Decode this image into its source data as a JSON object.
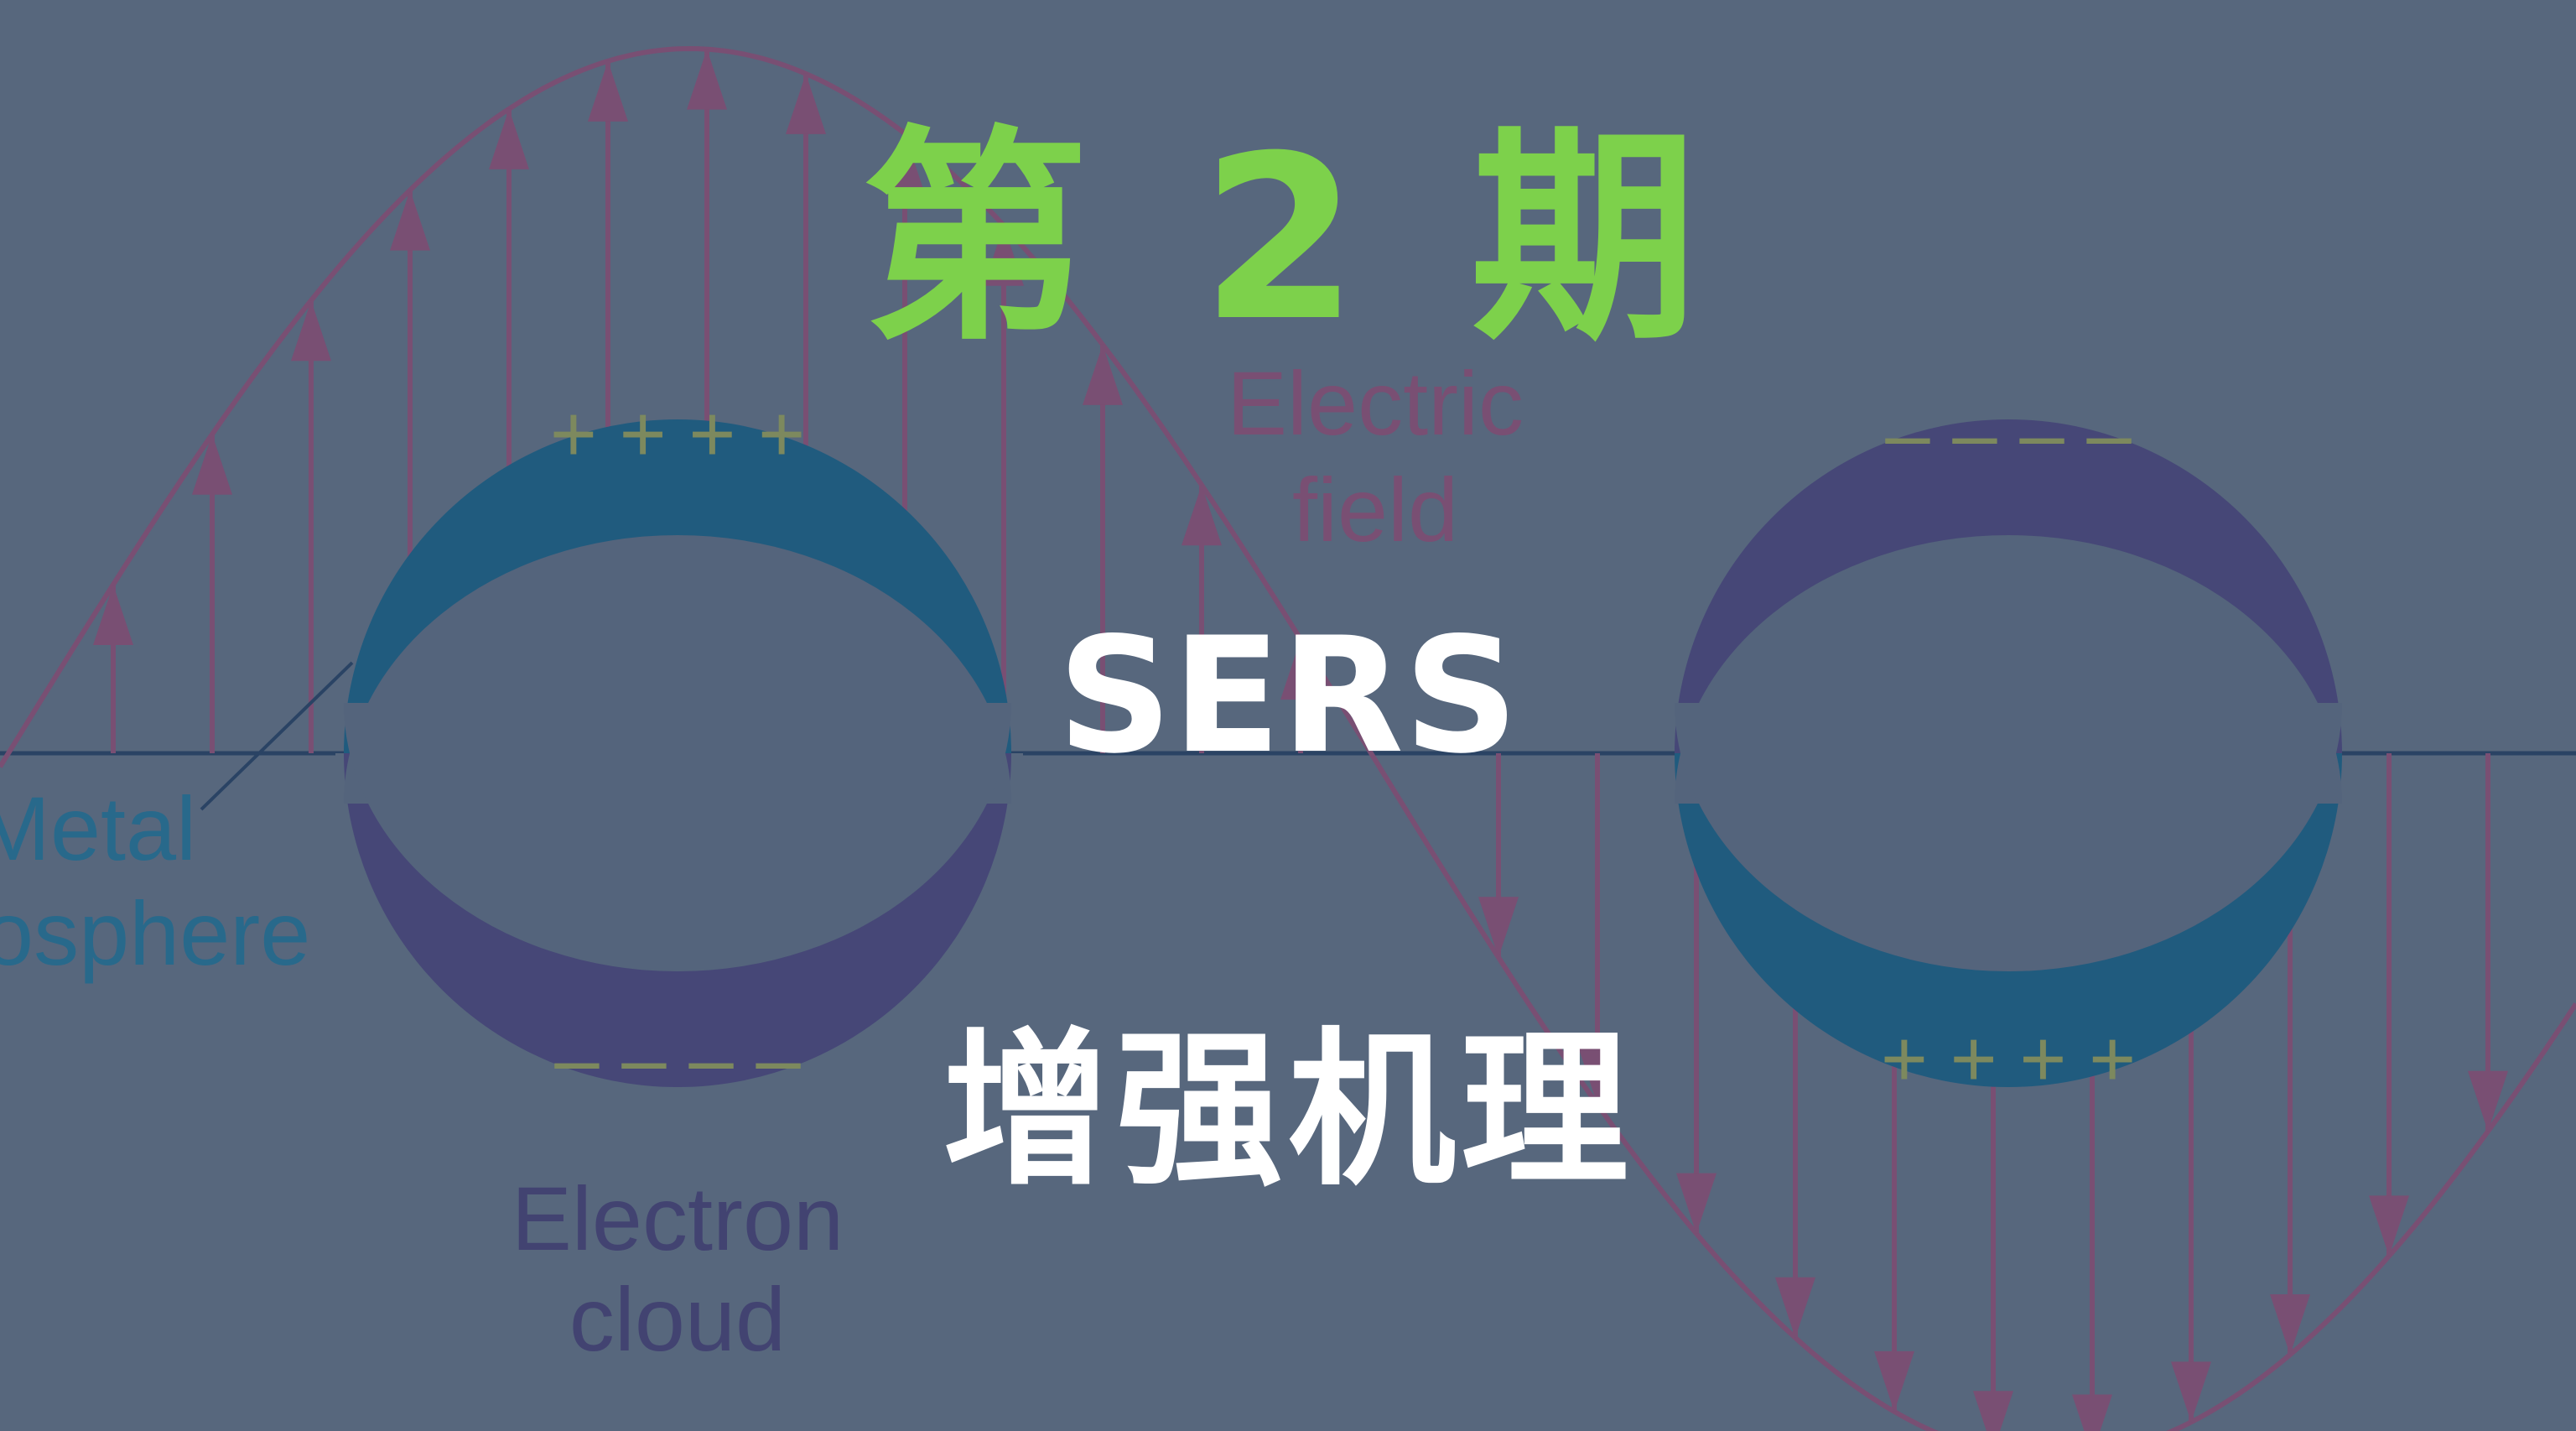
{
  "episode": {
    "text": "第 2 期",
    "color": "#7dd14b"
  },
  "title": {
    "text": "SERS",
    "color": "#ffffff"
  },
  "subtitle": {
    "text": "增强机理",
    "color": "#ffffff"
  },
  "background_diagram": {
    "labels": {
      "electric_field_line1": "Electric",
      "electric_field_line2": "field",
      "metal_line1": "Metal",
      "metal_line2": "osphere",
      "electron_line1": "Electron",
      "electron_line2": "cloud",
      "plus_signs": "+ + + +",
      "minus_signs": "– – – –"
    },
    "colors": {
      "background": "#5a6b80",
      "wave": "#8a4a72",
      "positive_shell": "#0f5a82",
      "negative_shell": "#433f78",
      "axis": "#1c3a5e",
      "label_field": "#8a4a72",
      "label_metal": "#1a6e94",
      "label_electron": "#3e3a70",
      "sign": "#8f9a55"
    }
  }
}
